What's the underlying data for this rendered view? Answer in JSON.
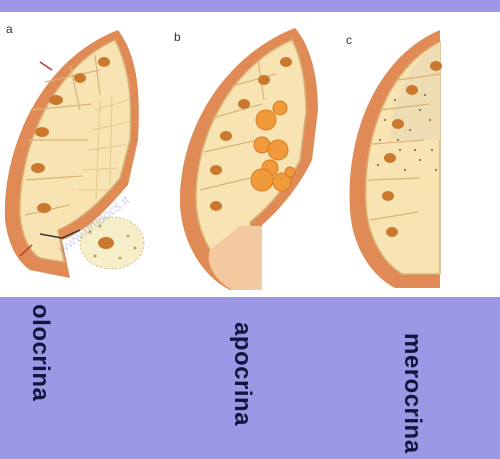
{
  "diagram": {
    "labels": {
      "olocrina": "olocrina",
      "apocrina": "apocrina",
      "merocrina": "merocrina"
    },
    "panel_markers": {
      "first": "a",
      "second": "b",
      "third": "c"
    },
    "watermark": "www.unidocs.it"
  },
  "colors": {
    "band": "#9c98e6",
    "label_text": "#14143c",
    "tissue_outer": "#e08a55",
    "cell_fill": "#f7e4b2",
    "nucleus": "#c9782e",
    "secretion": "#f09a3c"
  }
}
